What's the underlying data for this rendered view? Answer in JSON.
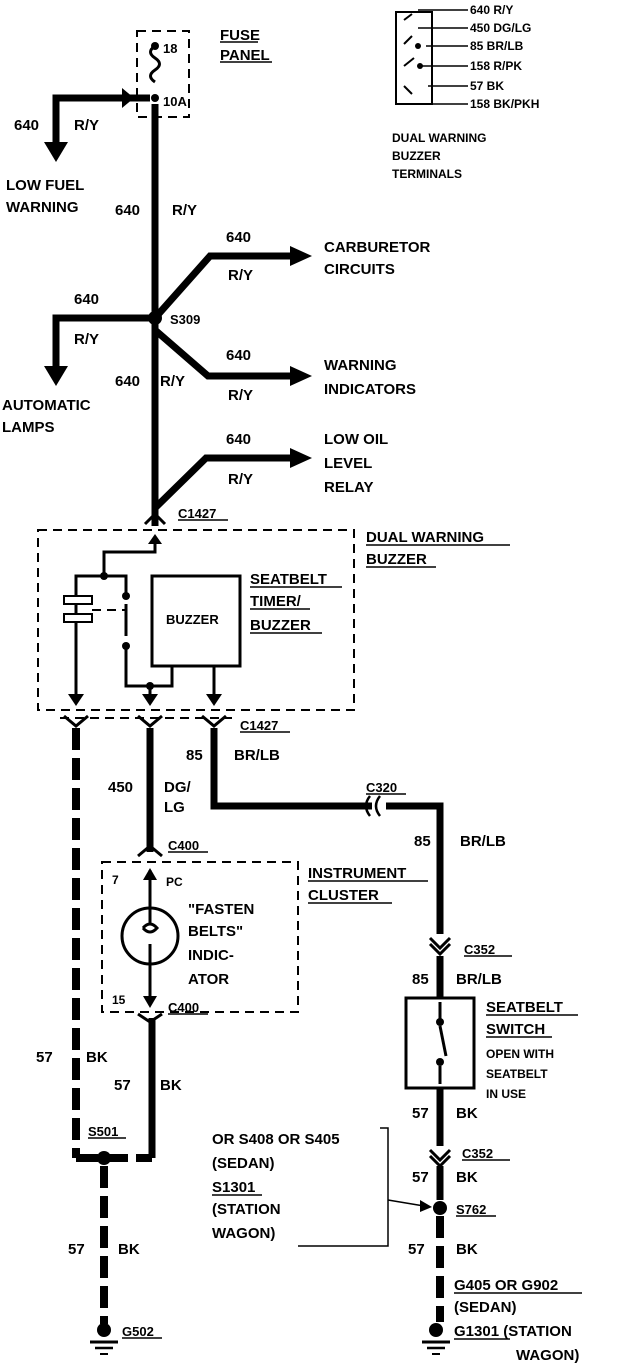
{
  "fuse": {
    "title_line1": "FUSE",
    "title_line2": "PANEL",
    "number": "18",
    "rating": "10A"
  },
  "terminals_inset": {
    "caption_line1": "DUAL WARNING",
    "caption_line2": "BUZZER",
    "caption_line3": "TERMINALS",
    "rows": [
      "640 R/Y",
      "450 DG/LG",
      "85 BR/LB",
      "158 R/PK",
      "57 BK",
      "158 BK/PKH"
    ]
  },
  "circuit_640": {
    "number": "640",
    "color": "R/Y"
  },
  "low_fuel": {
    "line1": "LOW FUEL",
    "line2": "WARNING"
  },
  "carburetor": {
    "line1": "CARBURETOR",
    "line2": "CIRCUITS"
  },
  "splice_s309": "S309",
  "automatic_lamps": {
    "line1": "AUTOMATIC",
    "line2": "LAMPS"
  },
  "warning_indicators": {
    "line1": "WARNING",
    "line2": "INDICATORS"
  },
  "low_oil": {
    "line1": "LOW OIL",
    "line2": "LEVEL",
    "line3": "RELAY"
  },
  "connector_c1427": "C1427",
  "dual_buzzer": {
    "line1": "DUAL WARNING",
    "line2": "BUZZER"
  },
  "buzzer_box": "BUZZER",
  "seatbelt_timer": {
    "line1": "SEATBELT",
    "line2": "TIMER/",
    "line3": "BUZZER"
  },
  "circuit_450": {
    "number": "450",
    "color_line1": "DG/",
    "color_line2": "LG"
  },
  "circuit_85": {
    "number": "85",
    "color": "BR/LB"
  },
  "connector_c320": "C320",
  "connector_c400": "C400",
  "pin_7": "7",
  "pin_pc": "PC",
  "pin_15": "15",
  "instrument_cluster": {
    "line1": "INSTRUMENT",
    "line2": "CLUSTER"
  },
  "fasten_belts": {
    "line1": "\"FASTEN",
    "line2": "BELTS\"",
    "line3": "INDIC-",
    "line4": "ATOR"
  },
  "connector_c352": "C352",
  "seatbelt_switch": {
    "line1": "SEATBELT",
    "line2": "SWITCH",
    "line3": "OPEN WITH",
    "line4": "SEATBELT",
    "line5": "IN USE"
  },
  "circuit_57": {
    "number": "57",
    "color": "BK"
  },
  "splice_s501": "S501",
  "splice_s762": "S762",
  "splice_note": {
    "line1": "OR S408 OR S405",
    "line2": "(SEDAN)",
    "line3": "S1301",
    "line4": "(STATION",
    "line5": "WAGON)"
  },
  "ground_g502": "G502",
  "ground_right": {
    "line1": "G405 OR G902",
    "line2": "(SEDAN)",
    "line3": "G1301 (STATION",
    "line4": "WAGON)"
  }
}
